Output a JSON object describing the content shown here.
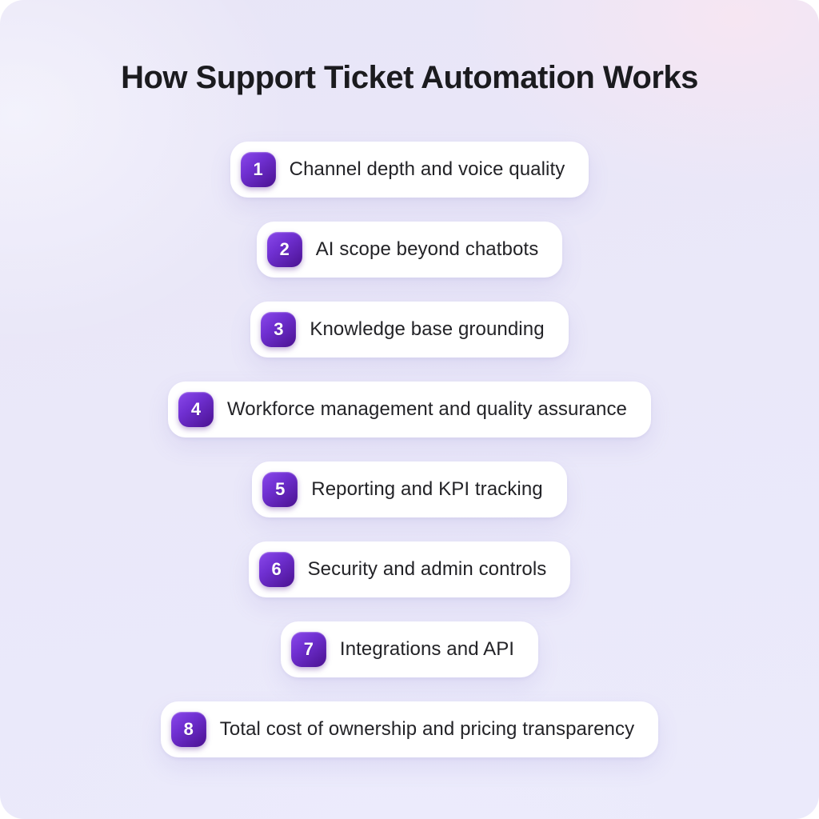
{
  "page": {
    "title": "How Support Ticket Automation Works"
  },
  "colors": {
    "canvas_background_base": "#eae8f9",
    "canvas_background_pink_tint": "#f6e6f2",
    "card_background": "#ffffff",
    "badge_gradient_start": "#8a49ea",
    "badge_gradient_end": "#4a1190",
    "badge_number_color": "#ffffff",
    "title_color": "#1b1b1f",
    "item_text_color": "#232327"
  },
  "list": {
    "items": [
      {
        "number": "1",
        "label": "Channel depth and voice quality"
      },
      {
        "number": "2",
        "label": "AI scope beyond chatbots"
      },
      {
        "number": "3",
        "label": "Knowledge base grounding"
      },
      {
        "number": "4",
        "label": "Workforce management and quality assurance"
      },
      {
        "number": "5",
        "label": "Reporting and KPI tracking"
      },
      {
        "number": "6",
        "label": "Security and admin controls"
      },
      {
        "number": "7",
        "label": "Integrations and API"
      },
      {
        "number": "8",
        "label": "Total cost of ownership and pricing transparency"
      }
    ]
  }
}
